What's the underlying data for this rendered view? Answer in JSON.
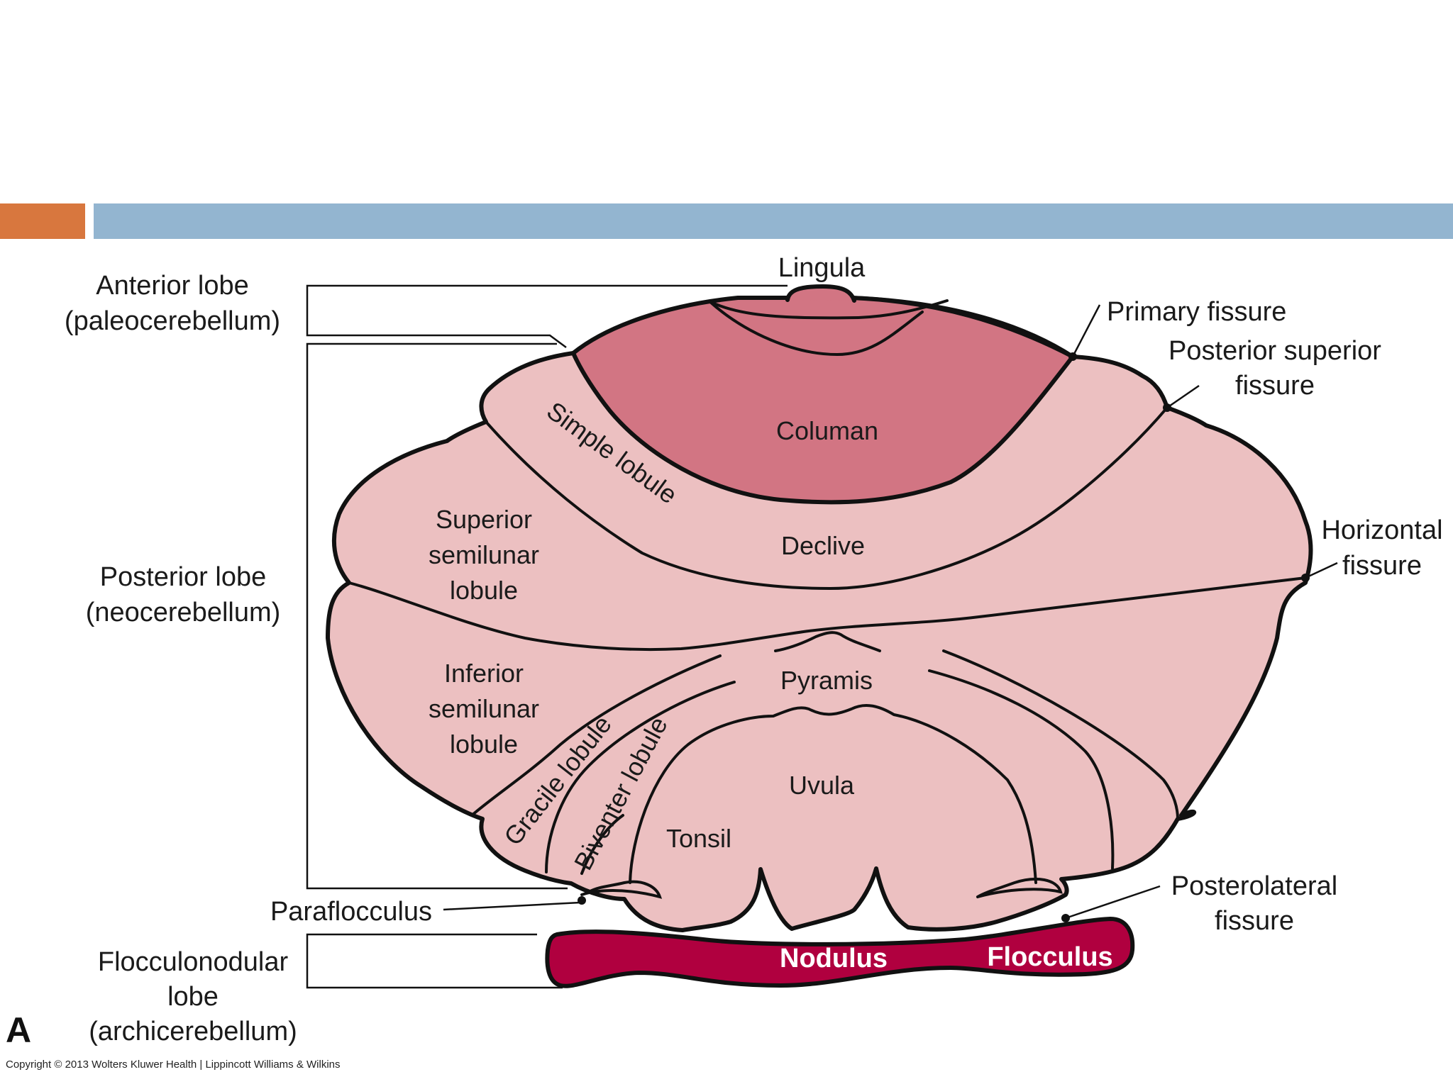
{
  "colors": {
    "accent_bar": "#d8773e",
    "header_bar": "#93b5d0",
    "anterior_fill": "#d27583",
    "posterior_fill": "#ecc0c1",
    "flocculonodular_fill": "#b0003f",
    "outline": "#111111"
  },
  "labels": {
    "lingula": "Lingula",
    "anterior_lobe_1": "Anterior lobe",
    "anterior_lobe_2": "(paleocerebellum)",
    "primary_fissure": "Primary fissure",
    "posterior_superior_1": "Posterior superior",
    "posterior_superior_2": "fissure",
    "columan": "Columan",
    "simple_lobule": "Simple lobule",
    "superior_semilunar_1": "Superior",
    "superior_semilunar_2": "semilunar",
    "superior_semilunar_3": "lobule",
    "declive": "Declive",
    "horizontal_fissure_1": "Horizontal",
    "horizontal_fissure_2": "fissure",
    "posterior_lobe_1": "Posterior lobe",
    "posterior_lobe_2": "(neocerebellum)",
    "pyramis": "Pyramis",
    "inferior_semilunar_1": "Inferior",
    "inferior_semilunar_2": "semilunar",
    "inferior_semilunar_3": "lobule",
    "gracile_lobule": "Gracile lobule",
    "biventer_lobule": "Biventer lobule",
    "uvula": "Uvula",
    "tonsil": "Tonsil",
    "paraflocculus": "Paraflocculus",
    "posterolateral_1": "Posterolateral",
    "posterolateral_2": "fissure",
    "flocculonodular_1": "Flocculonodular",
    "flocculonodular_2": "lobe",
    "flocculonodular_3": "(archicerebellum)",
    "nodulus": "Nodulus",
    "flocculus": "Flocculus",
    "panel_letter": "A",
    "copyright": "Copyright © 2013 Wolters Kluwer Health | Lippincott Williams & Wilkins"
  }
}
